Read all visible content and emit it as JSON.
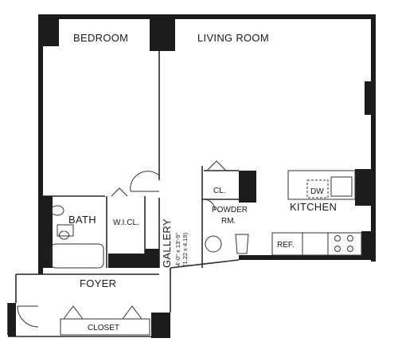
{
  "rooms": {
    "bedroom": "BEDROOM",
    "living_room": "LIVING ROOM",
    "bath": "BATH",
    "wic": "W.I.CL.",
    "gallery": "GALLERY",
    "gallery_dim_1": "4'-0\" x 13'-9\"",
    "gallery_dim_2": "(1.22 x 4.19)",
    "powder_1": "POWDER",
    "powder_2": "RM.",
    "closet_small": "CL.",
    "kitchen": "KITCHEN",
    "dishwasher": "DW",
    "refrigerator": "REF.",
    "foyer": "FOYER",
    "closet": "CLOSET"
  }
}
